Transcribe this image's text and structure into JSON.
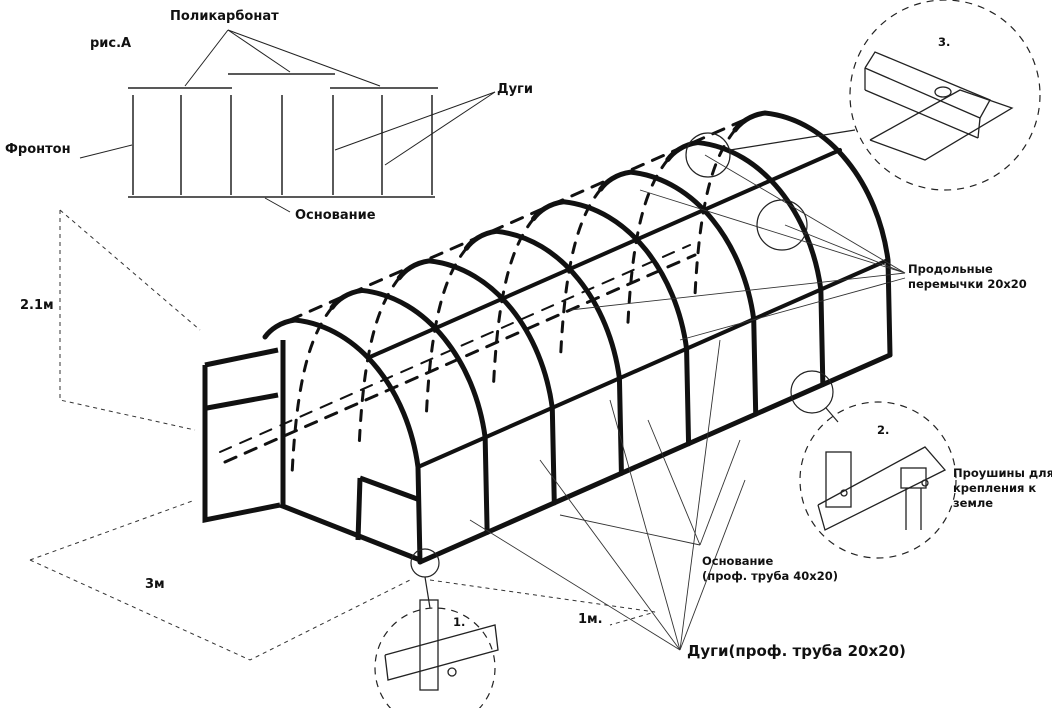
{
  "figure_a": {
    "title": "рис.А",
    "polycarbonate": "Поликарбонат",
    "arcs": "Дуги",
    "gable": "Фронтон",
    "base": "Основание"
  },
  "dimensions": {
    "height": "2.1м",
    "width": "3м",
    "spacing": "1м."
  },
  "callouts": {
    "longitudinal_line1": "Продольные",
    "longitudinal_line2": "перемычки 20х20",
    "lugs_line1": "Проушины для",
    "lugs_line2": "крепления к",
    "lugs_line3": "земле",
    "base_line1": "Основание",
    "base_line2": "(проф. труба 40х20)",
    "arcs_pipe": "Дуги(проф. труба 20х20)"
  },
  "insets": {
    "detail_1": "1.",
    "detail_2": "2.",
    "detail_3": "3."
  }
}
